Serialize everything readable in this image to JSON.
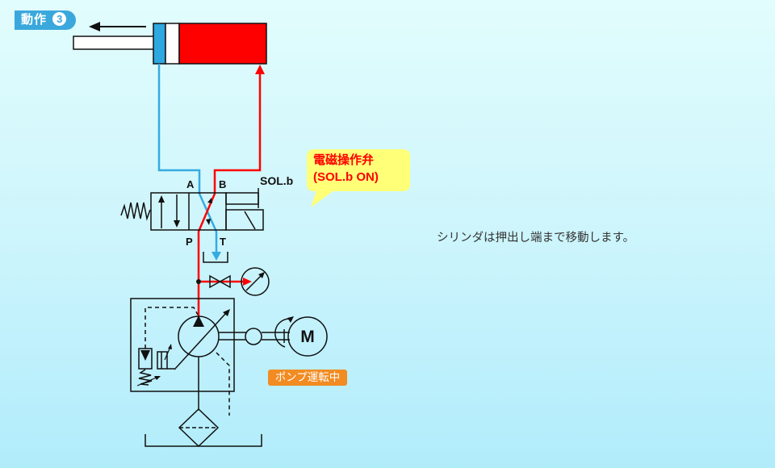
{
  "step": {
    "label": "動作",
    "number": "3"
  },
  "valve": {
    "callout_title": "電磁操作弁",
    "callout_state": "(SOL.b ON)",
    "solenoid_label": "SOL.b",
    "ports": {
      "A": "A",
      "B": "B",
      "P": "P",
      "T": "T"
    }
  },
  "motor": {
    "label": "M"
  },
  "pump": {
    "status": "ポンプ運転中"
  },
  "description": "シリンダは押出し端まで移動します。",
  "colors": {
    "pressure_line": "#ff0000",
    "return_line": "#35abe0",
    "cylinder_pressure_chamber": "#ff0000",
    "cylinder_rod_chamber": "#2ea8e0",
    "callout_bg": "#ffff78",
    "status_badge_bg": "#f28b22",
    "step_badge_bg": "#3aa8dc"
  }
}
